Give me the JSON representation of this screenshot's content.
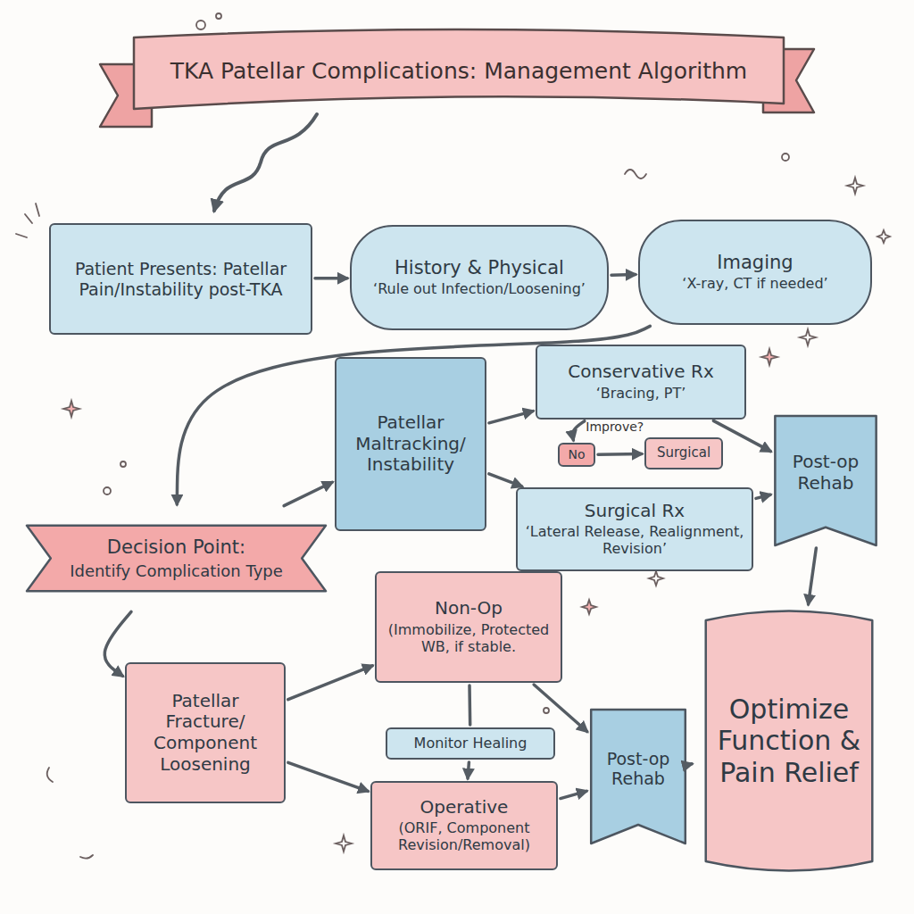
{
  "diagram": {
    "title": "TKA Patellar Complications: Management Algorithm",
    "nodes": [
      {
        "text": [
          "Patient Presents: Patellar Pain/Instability post-TKA"
        ]
      },
      {
        "text": [
          "History & Physical",
          "‘Rule out Infection/Loosening’"
        ]
      },
      {
        "text": [
          "Imaging",
          "‘X-ray, CT if needed’"
        ]
      },
      {
        "text": [
          "Decision Point:",
          "Identify Complication Type"
        ]
      },
      {
        "text": [
          "Patellar Maltracking/ Instability"
        ]
      },
      {
        "text": [
          "Conservative Rx",
          "‘Bracing, PT’"
        ]
      },
      {
        "text": [
          "No"
        ]
      },
      {
        "text": [
          "Surgical"
        ]
      },
      {
        "text": [
          "Surgical Rx",
          "‘Lateral Release, Realignment, Revision’"
        ]
      },
      {
        "text": [
          "Post-op Rehab"
        ]
      },
      {
        "text": [
          "Patellar Fracture/ Component Loosening"
        ]
      },
      {
        "text": [
          "Non-Op",
          "(Immobilize, Protected WB, if stable."
        ]
      },
      {
        "text": [
          "Monitor Healing"
        ]
      },
      {
        "text": [
          "Operative",
          "(ORIF, Component Revision/Removal)"
        ]
      },
      {
        "text": [
          "Post-op Rehab"
        ]
      },
      {
        "text": [
          "Optimize Function & Pain Relief"
        ]
      }
    ],
    "edges": [
      {
        "from": 0,
        "to": 1,
        "arrow": "to"
      },
      {
        "from": 1,
        "to": 2,
        "arrow": "to"
      },
      {
        "from": 2,
        "to": 3,
        "arrow": "to"
      },
      {
        "from": 3,
        "to": 4,
        "arrow": "to"
      },
      {
        "from": 3,
        "to": 10,
        "arrow": "to"
      },
      {
        "from": 4,
        "to": 5,
        "arrow": "to"
      },
      {
        "from": 4,
        "to": 8,
        "arrow": "to"
      },
      {
        "from": 5,
        "to": 9,
        "arrow": "to"
      },
      {
        "from": 8,
        "to": 9,
        "arrow": "to"
      },
      {
        "from": 5,
        "to": 6,
        "label": "Improve?",
        "arrow": "to"
      },
      {
        "from": 6,
        "to": 7,
        "arrow": "to"
      },
      {
        "from": 9,
        "to": 15,
        "arrow": "to"
      },
      {
        "from": 10,
        "to": 11,
        "arrow": "to"
      },
      {
        "from": 10,
        "to": 13,
        "arrow": "to"
      },
      {
        "from": 11,
        "to": 12,
        "arrow": "none"
      },
      {
        "from": 12,
        "to": 13,
        "arrow": "to"
      },
      {
        "from": 11,
        "to": 14,
        "arrow": "to"
      },
      {
        "from": 13,
        "to": 14,
        "arrow": "to"
      },
      {
        "from": 14,
        "to": 15,
        "arrow": "to"
      }
    ]
  }
}
